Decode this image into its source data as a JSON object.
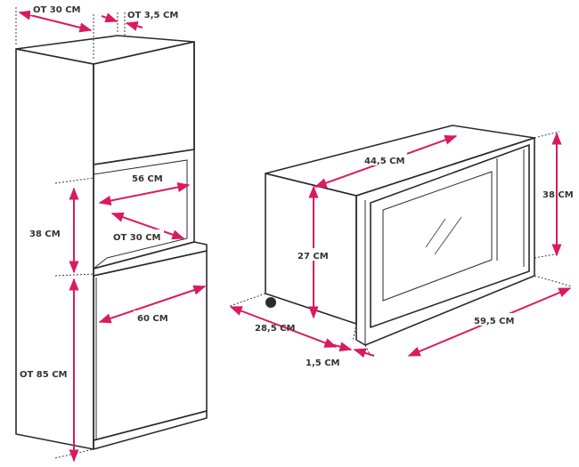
{
  "colors": {
    "dimension": "#d81b60",
    "outline": "#2b2b2b",
    "background": "#ffffff"
  },
  "labels": {
    "cabinet_depth": "ОТ 30 СМ",
    "cabinet_gap": "ОТ 3,5 СМ",
    "niche_width": "56 СМ",
    "niche_height": "38 СМ",
    "niche_depth": "ОТ 30 СМ",
    "lower_width": "60 СМ",
    "floor_height": "ОТ 85 СМ",
    "oven_depth": "44,5 СМ",
    "oven_height": "38 СМ",
    "body_height": "27 СМ",
    "body_depth": "28,5 СМ",
    "frame_thickness": "1,5 СМ",
    "oven_width": "59,5 СМ"
  }
}
